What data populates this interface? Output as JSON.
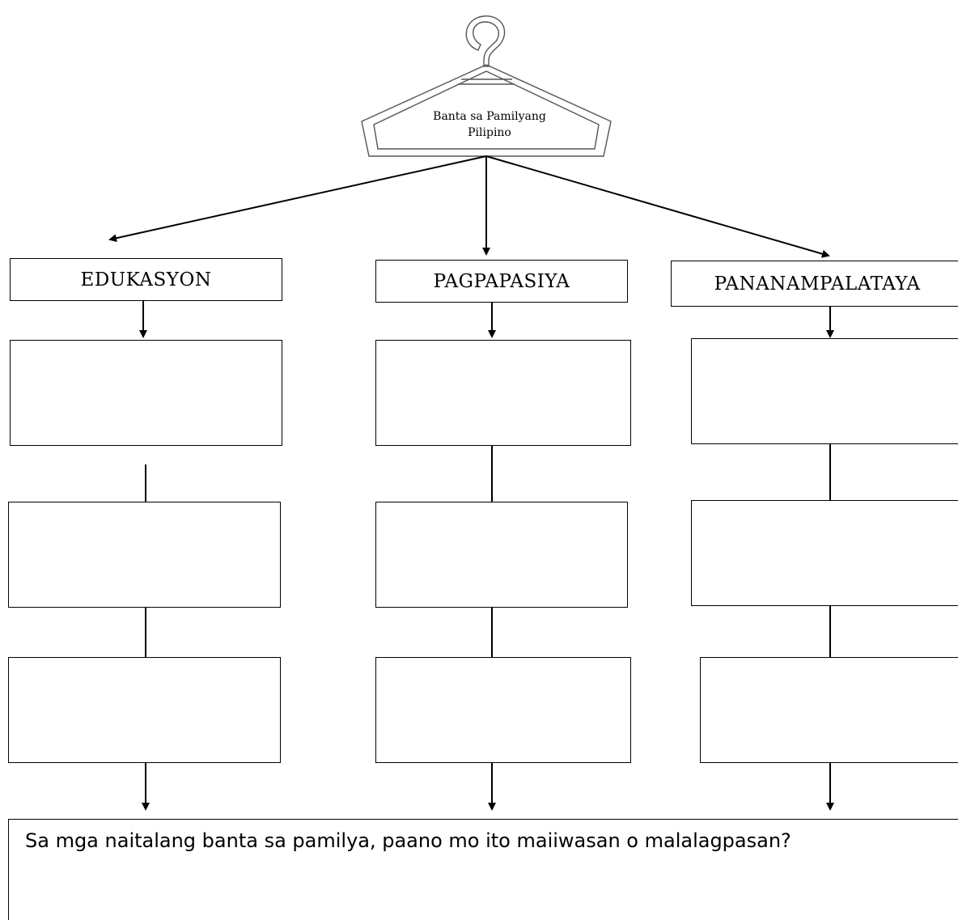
{
  "hanger": {
    "line1": "Banta sa Pamilyang",
    "line2": "Pilipino",
    "icon": "clothes-hanger-icon"
  },
  "categories": [
    {
      "label": "EDUKASYON"
    },
    {
      "label": "PAGPAPASIYA"
    },
    {
      "label": "PANANAMPALATAYA"
    }
  ],
  "answer_boxes_per_category": 3,
  "prompt": {
    "text": "Sa mga naitalang banta sa pamilya, paano mo ito maiiwasan o malalagpasan?"
  }
}
